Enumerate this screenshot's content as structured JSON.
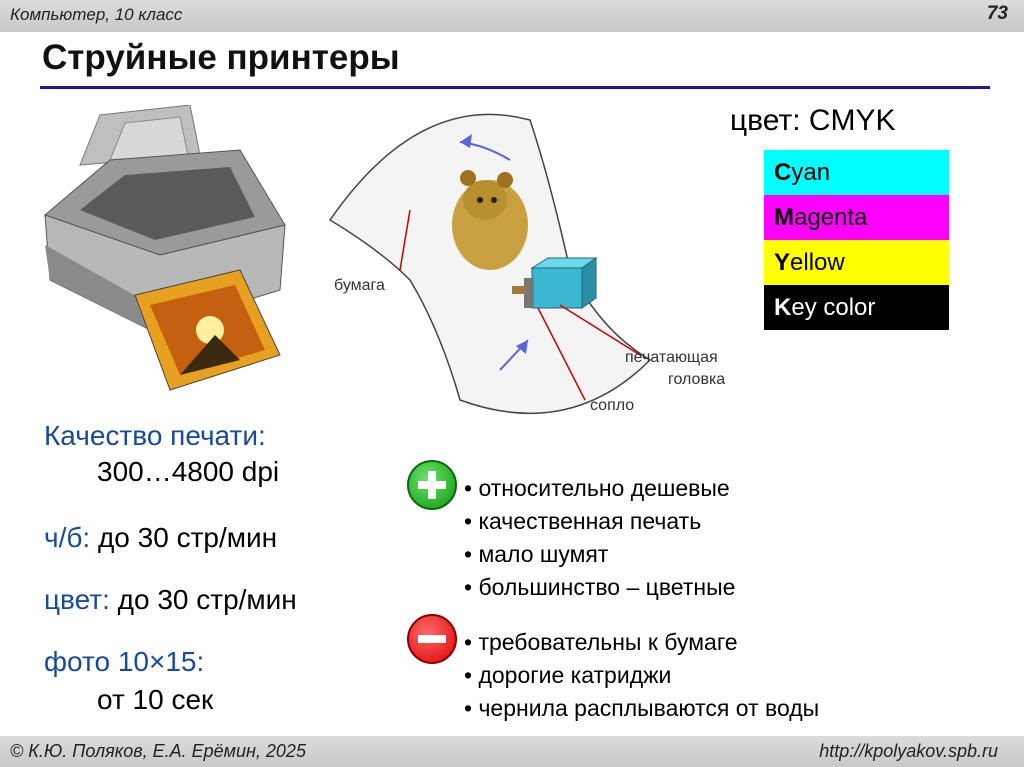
{
  "header": {
    "course": "Компьютер, 10 класс",
    "page_number": "73"
  },
  "title": "Струйные принтеры",
  "diagram": {
    "paper_label": "бумага",
    "head_label_1": "печатающая",
    "head_label_2": "головка",
    "nozzle_label": "сопло"
  },
  "cmyk": {
    "label_prefix": "цвет:",
    "label_value": "CMYK",
    "rows": [
      {
        "initial": "C",
        "rest": "yan",
        "color": "#00ffff"
      },
      {
        "initial": "M",
        "rest": "agenta",
        "color": "#ff00ff"
      },
      {
        "initial": "Y",
        "rest": "ellow",
        "color": "#ffff00"
      },
      {
        "initial": "K",
        "rest": "ey color",
        "color": "#000000"
      }
    ]
  },
  "specs": {
    "quality_label": "Качество печати:",
    "quality_value": "300…4800 dpi",
    "bw_label": "ч/б:",
    "bw_value": "до 30 стр/мин",
    "color_label": "цвет:",
    "color_value": "до 30 стр/мин",
    "photo_label": "фото 10",
    "photo_times": "×",
    "photo_label_end": "15:",
    "photo_value": "от 10 сек"
  },
  "pros": [
    "относительно дешевые",
    "качественная печать",
    "мало шумят",
    "большинство – цветные"
  ],
  "cons": [
    "требовательны к бумаге",
    "дорогие катриджи",
    "чернила расплываются от воды"
  ],
  "footer": {
    "authors": "© К.Ю. Поляков, Е.А. Ерёмин, 2025",
    "url": "http://kpolyakov.spb.ru"
  },
  "colors": {
    "accent_blue": "#1a4a9a",
    "title_line": "#1a1a9a",
    "plus": "#0a9a0a",
    "minus": "#dd0000"
  }
}
